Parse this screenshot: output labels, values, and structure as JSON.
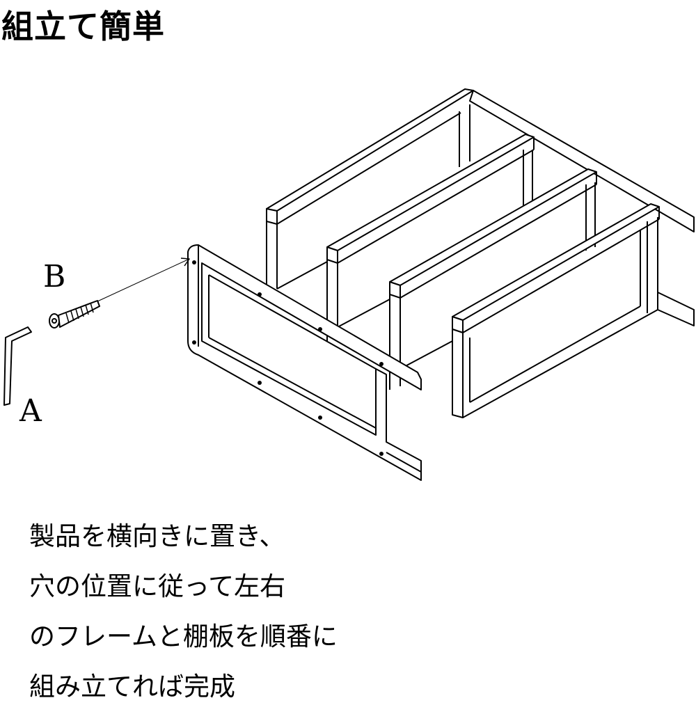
{
  "title": "組立て簡単",
  "labels": {
    "a": "A",
    "b": "B"
  },
  "icons": {
    "hex_key": "hex-key-icon",
    "bolt": "bolt-icon"
  },
  "instructions": [
    "製品を横向きに置き、",
    "穴の位置に従って左右",
    "のフレームと棚板を順番に",
    "組み立てれば完成"
  ]
}
